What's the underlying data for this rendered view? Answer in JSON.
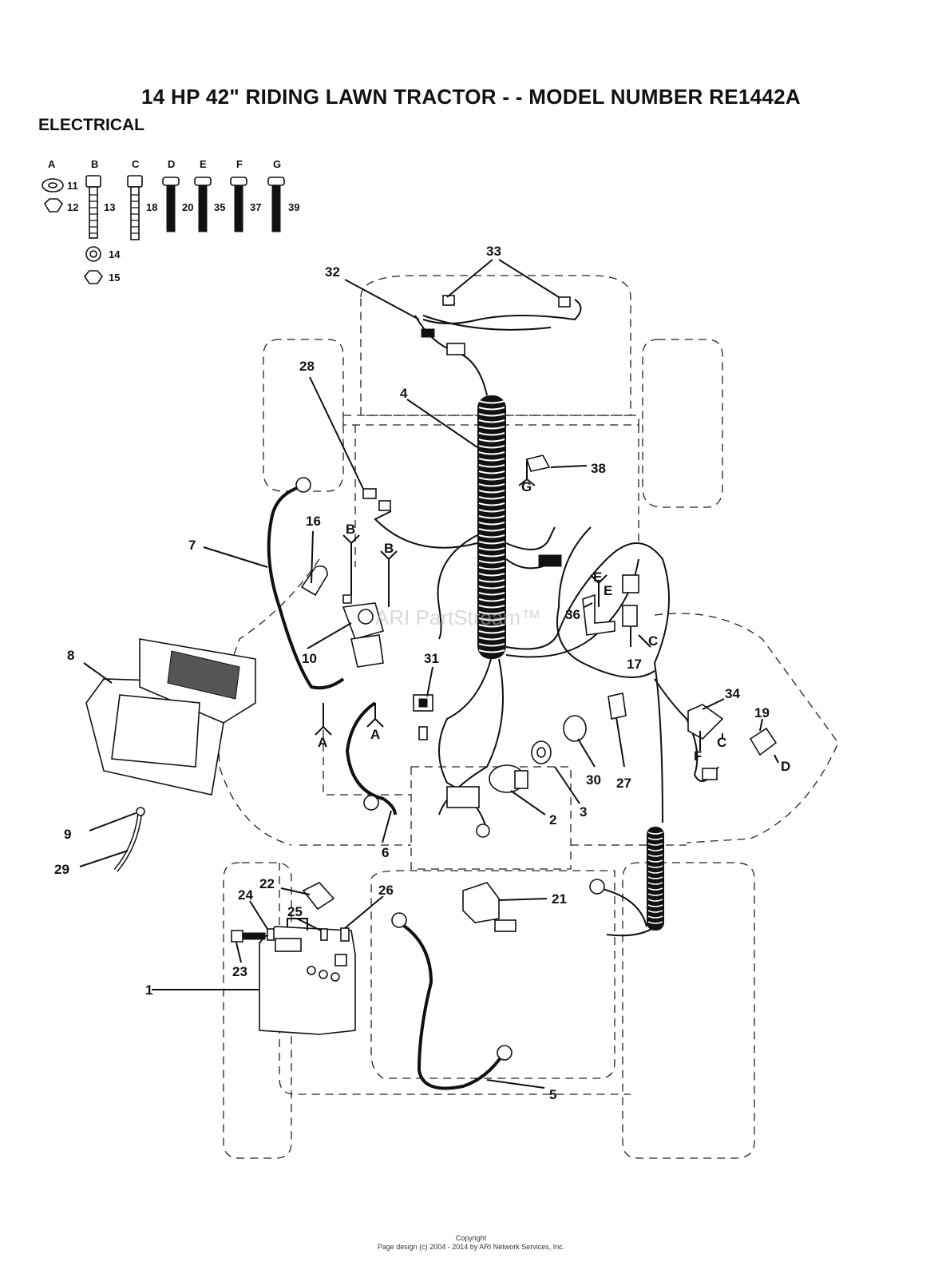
{
  "title": "14 HP 42\" RIDING LAWN TRACTOR - - MODEL NUMBER RE1442A",
  "section": "ELECTRICAL",
  "watermark": "ARI PartStream™",
  "footer": {
    "line1": "Copyright",
    "line2": "Page design (c) 2004 - 2014 by ARI Network Services, Inc."
  },
  "hardware_letters": [
    "A",
    "B",
    "C",
    "D",
    "E",
    "F",
    "G"
  ],
  "hardware_numbers": [
    "11",
    "12",
    "13",
    "14",
    "15",
    "18",
    "20",
    "35",
    "37",
    "39"
  ],
  "part_callouts": [
    "1",
    "2",
    "3",
    "4",
    "5",
    "6",
    "7",
    "8",
    "9",
    "10",
    "16",
    "17",
    "19",
    "21",
    "22",
    "23",
    "24",
    "25",
    "26",
    "27",
    "28",
    "29",
    "30",
    "31",
    "32",
    "33",
    "34",
    "36",
    "38"
  ],
  "ref_letters": [
    "A",
    "A",
    "B",
    "B",
    "C",
    "C",
    "D",
    "E",
    "E",
    "F",
    "G"
  ]
}
